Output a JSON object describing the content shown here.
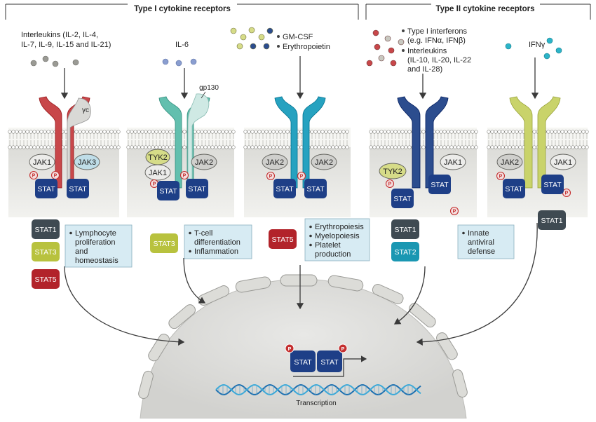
{
  "headers": {
    "type1": "Type I cytokine receptors",
    "type2": "Type II cytokine receptors"
  },
  "ligands": {
    "p1_lines": [
      "Interleukins (IL-2, IL-4,",
      "IL-7, IL-9, IL-15 and IL-21)"
    ],
    "p2": "IL-6",
    "p3_lines": [
      "GM-CSF",
      "Erythropoietin"
    ],
    "p4_lines": [
      "Type I interferons",
      "(e.g. IFNα, IFNβ)",
      "Interleukins",
      "(IL-10, IL-20, IL-22",
      "and IL-28)"
    ],
    "p5": "IFNγ"
  },
  "receptor_labels": {
    "gamma_c": "γc",
    "gp130": "gp130"
  },
  "kinases": {
    "jak1": "JAK1",
    "jak2": "JAK2",
    "jak3": "JAK3",
    "tyk2": "TYK2",
    "stat": "STAT",
    "p": "P"
  },
  "stats": {
    "stat1": "STAT1",
    "stat2": "STAT2",
    "stat3": "STAT3",
    "stat5": "STAT5"
  },
  "functions": {
    "p1": [
      "Lymphocyte",
      "proliferation",
      "and",
      "homeostasis"
    ],
    "p2": [
      "T-cell",
      "differentiation",
      "Inflammation"
    ],
    "p3": [
      "Erythropoiesis",
      "Myelopoiesis",
      "Platelet",
      "production"
    ],
    "p4": [
      "Innate",
      "antiviral",
      "defense"
    ]
  },
  "nucleus": {
    "transcription": "Transcription"
  },
  "colors": {
    "red_receptor": "#c8474a",
    "teal_receptor": "#62bfae",
    "cyan_receptor": "#26a2c0",
    "navy_receptor": "#2c4d8e",
    "olive_receptor": "#c9d36a",
    "stat_blue": "#1e3f87",
    "stat1_dark": "#3f4a52",
    "stat3_olive": "#b8c23e",
    "stat5_red": "#b2232a",
    "stat2_teal": "#1a97b2",
    "func_box": "#d7ebf3",
    "p_red": "#c42f2f"
  }
}
